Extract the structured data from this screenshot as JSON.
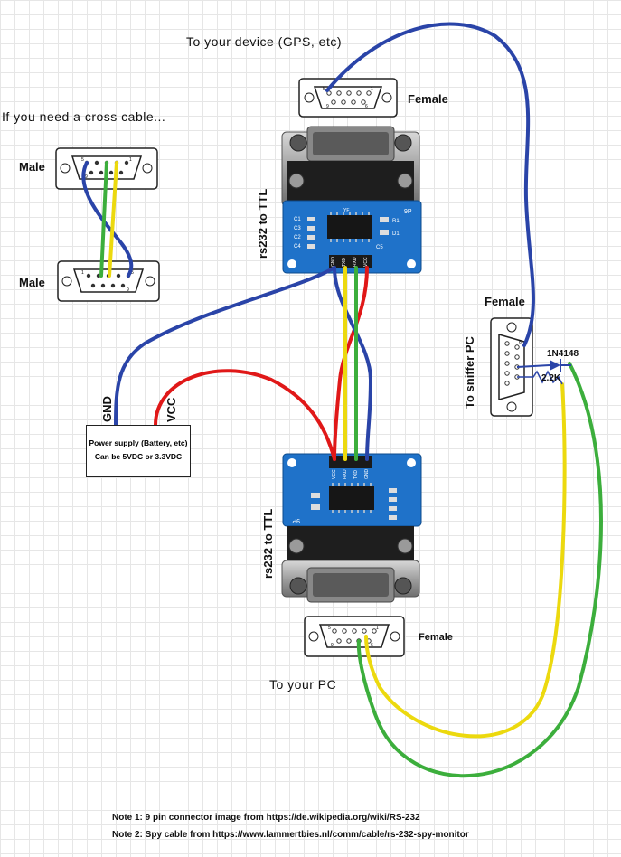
{
  "labels": {
    "to_device": "To your device (GPS, etc)",
    "cross_cable": "If you need a cross cable...",
    "male_top": "Male",
    "male_bottom": "Male",
    "female_top": "Female",
    "female_sniffer": "Female",
    "female_bottom": "Female",
    "module_top": "rs232 to TTL",
    "module_bottom": "rs232 to TTL",
    "to_sniffer": "To sniffer PC",
    "to_pc": "To your PC",
    "gnd": "GND",
    "vcc": "VCC",
    "diode": "1N4148",
    "resistor": "2.2K"
  },
  "power_supply": {
    "line1": "Power supply (Battery, etc)",
    "line2": "Can be 5VDC or 3.3VDC"
  },
  "module": {
    "pins": [
      "GND",
      "TXD",
      "RXD",
      "VCC"
    ],
    "board_text": "9P",
    "chip_text": "YF",
    "caps": [
      "C1",
      "C3",
      "C2",
      "C4",
      "C5"
    ],
    "parts": [
      "R1",
      "D1"
    ]
  },
  "connector_pins": {
    "one": "1",
    "five": "5",
    "six": "6",
    "nine": "9"
  },
  "notes": [
    "Note 1: 9 pin connector image from https://de.wikipedia.org/wiki/RS-232",
    "Note 2: Spy cable from https://www.lammertbies.nl/comm/cable/rs-232-spy-monitor"
  ],
  "colors": {
    "wire_blue": "#2a44a8",
    "wire_red": "#e01818",
    "wire_green": "#3cae3c",
    "wire_yellow": "#ecd90e",
    "board_blue": "#1f72c9",
    "connector_metal": "#9a9a9a"
  }
}
